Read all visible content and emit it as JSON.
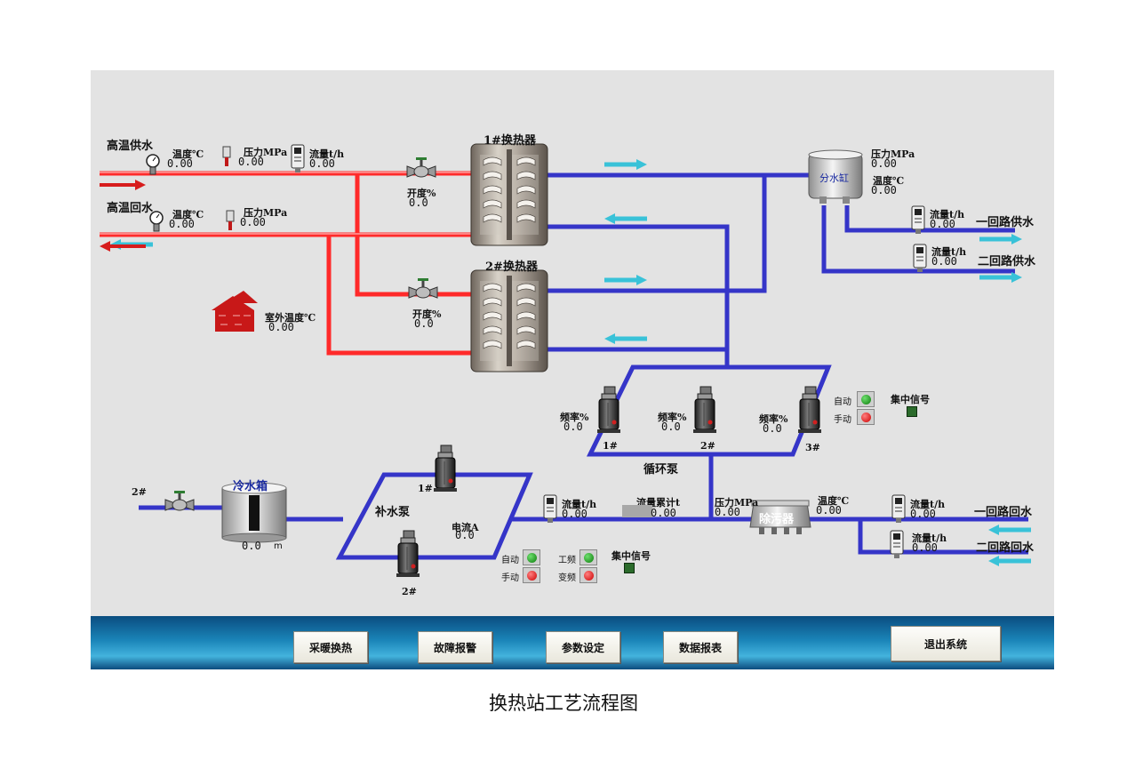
{
  "caption": "换热站工艺流程图",
  "colors": {
    "hot_pipe": "#ff2a2a",
    "cold_pipe": "#3535c8",
    "flow_arrow": "#39c2d8",
    "panel_bg": "#e3e3e3",
    "nav_bar": "#1a84b8"
  },
  "hot_supply": {
    "title": "高温供水",
    "temp_label": "温度℃",
    "temp_value": "0.00",
    "pressure_label": "压力MPa",
    "pressure_value": "0.00",
    "flow_label": "流量t/h",
    "flow_value": "0.00"
  },
  "hot_return": {
    "title": "高温回水",
    "temp_label": "温度℃",
    "temp_value": "0.00",
    "pressure_label": "压力MPa",
    "pressure_value": "0.00"
  },
  "exchanger1": {
    "title": "1#换热器",
    "valve_label": "开度%",
    "valve_value": "0.0"
  },
  "exchanger2": {
    "title": "2#换热器",
    "valve_label": "开度%",
    "valve_value": "0.0"
  },
  "outdoor": {
    "label": "室外温度℃",
    "value": "0.00"
  },
  "splitter": {
    "title": "分水缸",
    "pressure_label": "压力MPa",
    "pressure_value": "0.00",
    "temp_label": "温度℃",
    "temp_value": "0.00"
  },
  "supply_circuits": [
    {
      "flow_label": "流量t/h",
      "flow_value": "0.00",
      "name": "一回路供水"
    },
    {
      "flow_label": "流量t/h",
      "flow_value": "0.00",
      "name": "二回路供水"
    }
  ],
  "circ_pumps": {
    "title": "循环泵",
    "pumps": [
      {
        "name": "1#",
        "freq_label": "频率%",
        "freq_value": "0.0"
      },
      {
        "name": "2#",
        "freq_label": "频率%",
        "freq_value": "0.0"
      },
      {
        "name": "3#",
        "freq_label": "频率%",
        "freq_value": "0.0"
      }
    ],
    "auto_label": "自动",
    "manual_label": "手动",
    "central_signal": "集中信号"
  },
  "makeup": {
    "title": "补水泵",
    "pump1": "1#",
    "pump2": "2#",
    "current_label": "电流A",
    "current_value": "0.0",
    "auto_label": "自动",
    "manual_label": "手动",
    "power_freq_label": "工频",
    "var_freq_label": "变频",
    "central_signal": "集中信号"
  },
  "cold_tank": {
    "title": "冷水箱",
    "level_value": "0.0",
    "level_unit": "m",
    "valve_label": "2#"
  },
  "return_line": {
    "flow_label": "流量t/h",
    "flow_value": "0.00",
    "total_label": "流量累计t",
    "total_value": "0.00",
    "pressure_label": "压力MPa",
    "pressure_value": "0.00"
  },
  "separator": {
    "title": "除污器",
    "temp_label": "温度℃",
    "temp_value": "0.00"
  },
  "return_circuits": [
    {
      "flow_label": "流量t/h",
      "flow_value": "0.00",
      "name": "一回路回水"
    },
    {
      "flow_label": "流量t/h",
      "flow_value": "0.00",
      "name": "二回路回水"
    }
  ],
  "nav": {
    "heating": "采暖换热",
    "fault": "故障报警",
    "params": "参数设定",
    "report": "数据报表",
    "exit": "退出系统"
  }
}
